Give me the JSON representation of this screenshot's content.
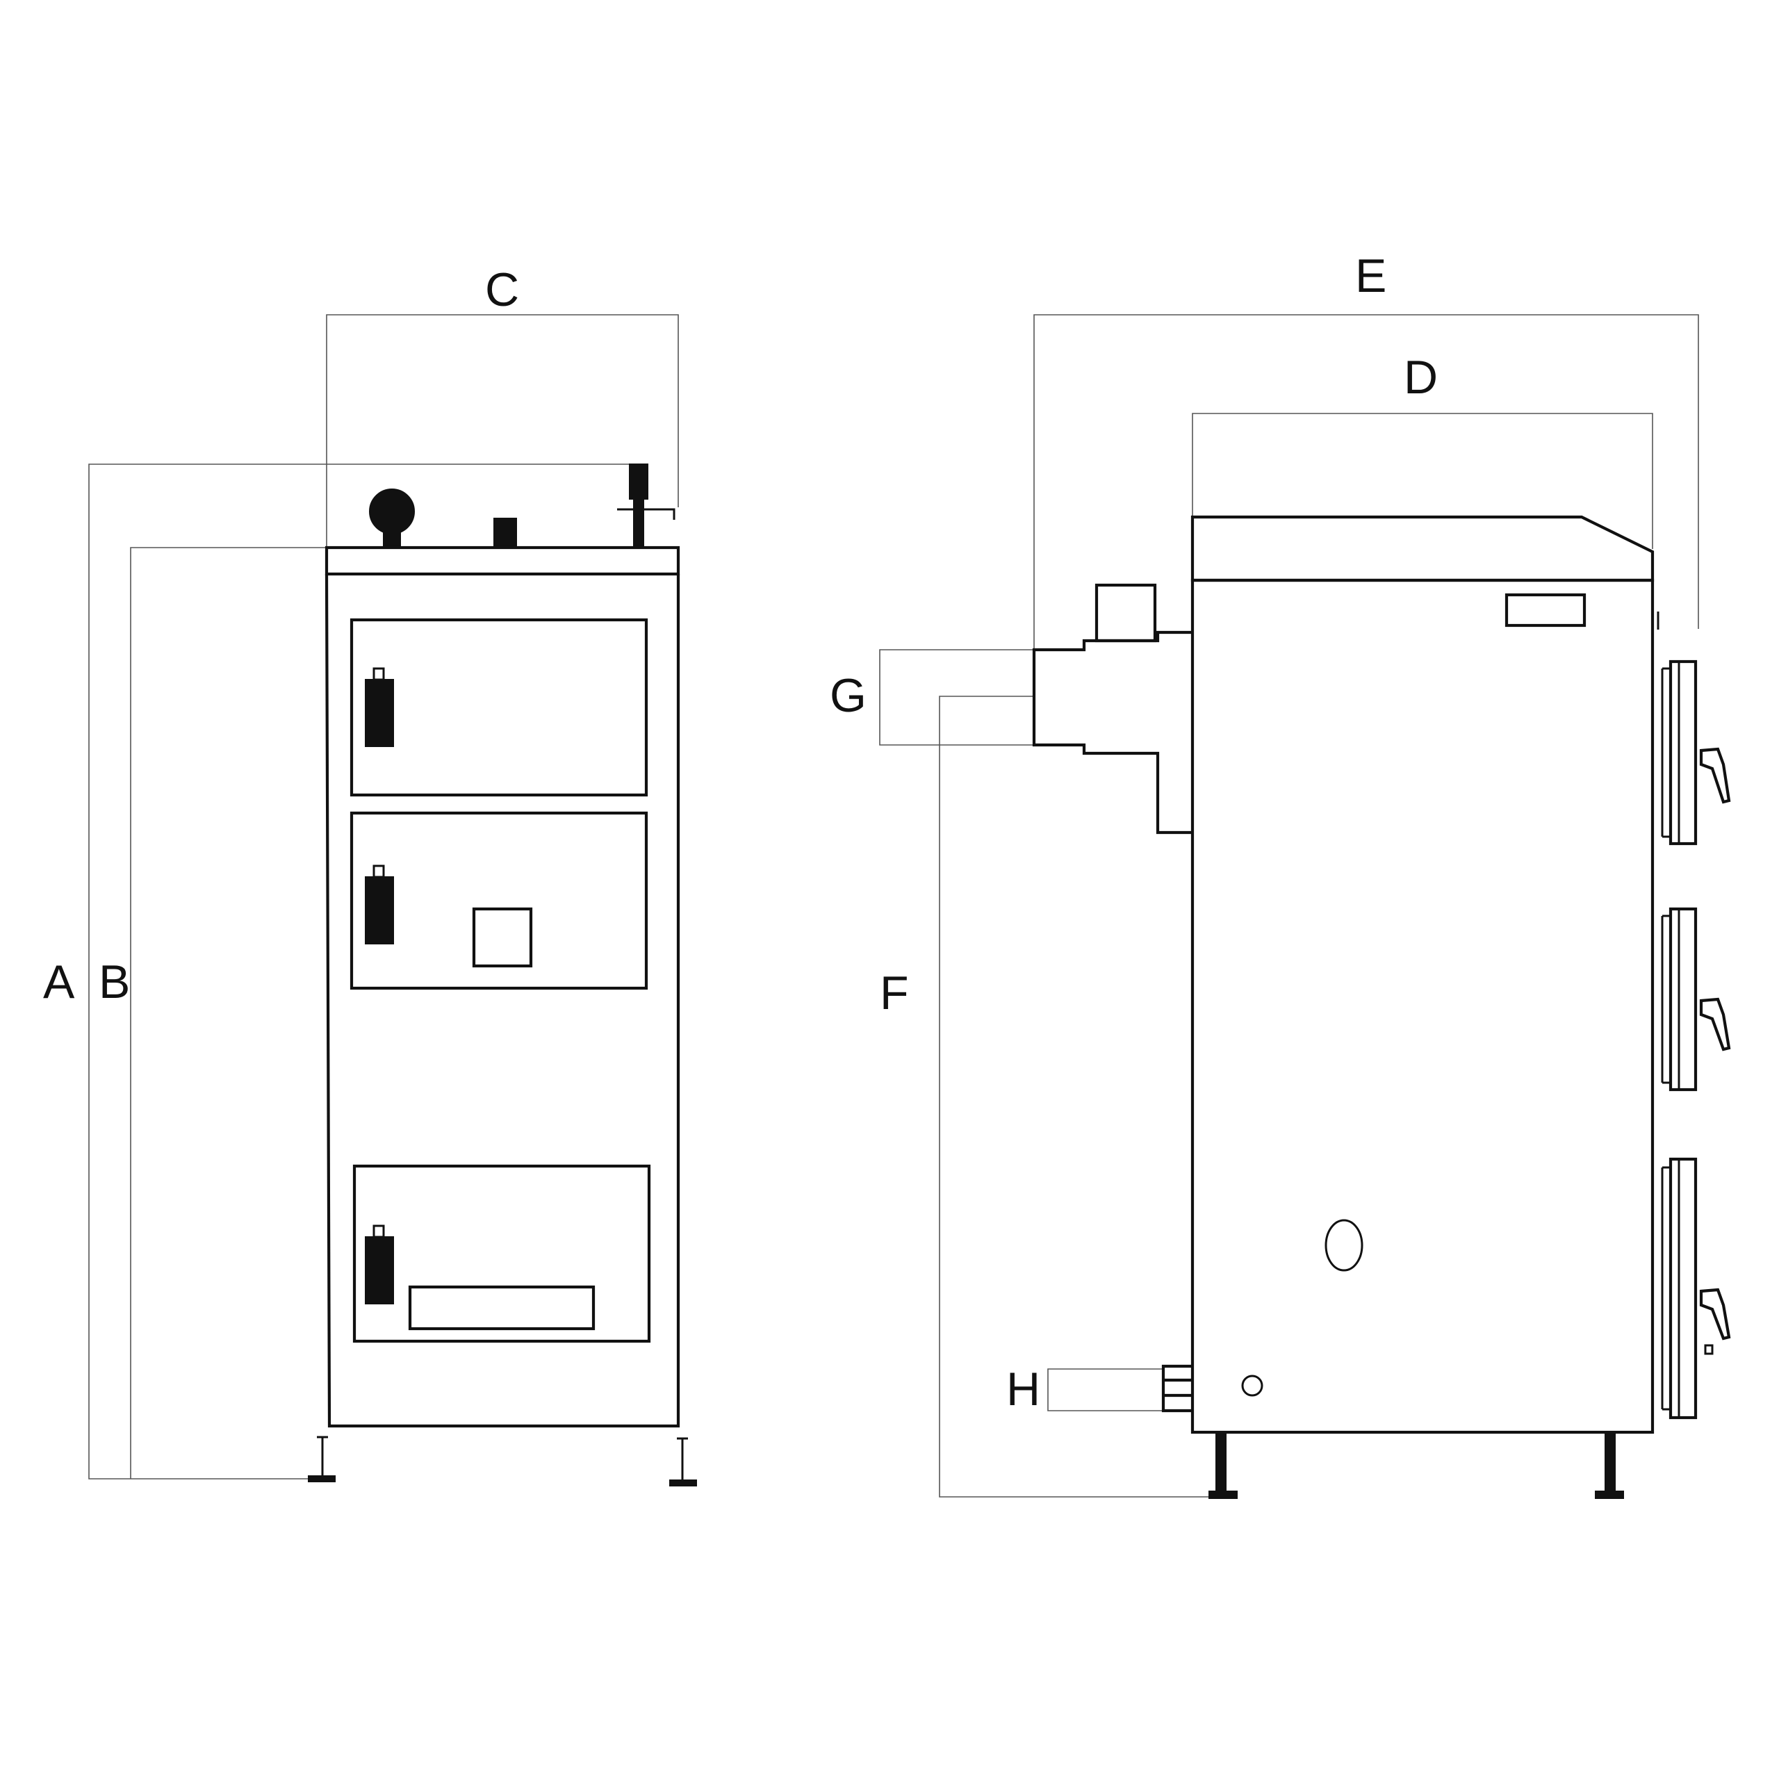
{
  "diagram": {
    "labels": {
      "a": "A",
      "b": "B",
      "c": "C",
      "d": "D",
      "e": "E",
      "f": "F",
      "g": "G",
      "h": "H"
    },
    "colors": {
      "line": "#111111",
      "dimension_line": "#555555",
      "background": "#ffffff"
    }
  }
}
